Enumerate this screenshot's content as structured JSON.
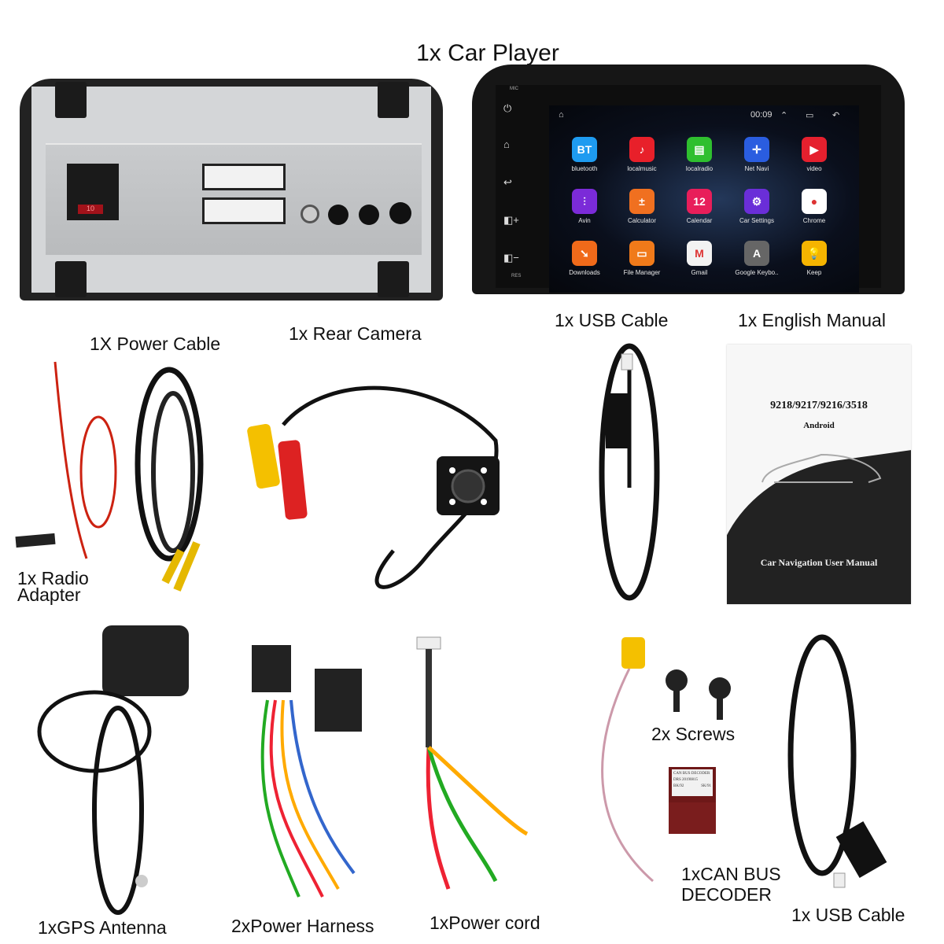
{
  "title": "1x Car Player",
  "labels": {
    "power_cable": "1X Power Cable",
    "rear_camera": "1x Rear Camera",
    "usb_cable_top": "1x USB Cable",
    "english_manual": "1x English Manual",
    "radio_adapter_line1": "1x Radio",
    "radio_adapter_line2": "Adapter",
    "screws": "2x Screws",
    "canbus_line1": "1xCAN BUS",
    "canbus_line2": "DECODER",
    "gps_antenna": "1xGPS Antenna",
    "power_harness": "2xPower Harness",
    "power_cord": "1xPower cord",
    "usb_cable_bottom": "1x USB Cable"
  },
  "head_unit_back": {
    "fuse_label": "10"
  },
  "screen": {
    "mic_label": "MIC",
    "res_label": "RES",
    "status_time": "00:09",
    "apps": [
      {
        "name": "bluetooth",
        "glyph": "BT",
        "color": "#1e9bf0"
      },
      {
        "name": "localmusic",
        "glyph": "♪",
        "color": "#e8202a"
      },
      {
        "name": "localradio",
        "glyph": "▤",
        "color": "#2fbf2f"
      },
      {
        "name": "Net Navi",
        "glyph": "✛",
        "color": "#2a5de0"
      },
      {
        "name": "video",
        "glyph": "▶",
        "color": "#e5202e"
      },
      {
        "name": "Avin",
        "glyph": "⫶",
        "color": "#7b2bd8"
      },
      {
        "name": "Calculator",
        "glyph": "±",
        "color": "#f07020"
      },
      {
        "name": "Calendar",
        "glyph": "12",
        "color": "#e81e5a"
      },
      {
        "name": "Car Settings",
        "glyph": "⚙",
        "color": "#6a2ed8"
      },
      {
        "name": "Chrome",
        "glyph": "●",
        "color": "#ffffff"
      },
      {
        "name": "Downloads",
        "glyph": "➘",
        "color": "#f06a1a"
      },
      {
        "name": "File Manager",
        "glyph": "▭",
        "color": "#f07a1a"
      },
      {
        "name": "Gmail",
        "glyph": "M",
        "color": "#f2f2f2"
      },
      {
        "name": "Google Keybo..",
        "glyph": "A",
        "color": "#666666"
      },
      {
        "name": "Keep",
        "glyph": "💡",
        "color": "#f5b400"
      }
    ]
  },
  "manual": {
    "models": "9218/9217/9216/3518",
    "os": "Android",
    "title": "Car Navigation User Manual"
  },
  "decoder": {
    "line1": "CAN BUS DECODER",
    "line2": "DRS 20190815",
    "left_code": "BK/92",
    "right_code": "SK/91"
  }
}
